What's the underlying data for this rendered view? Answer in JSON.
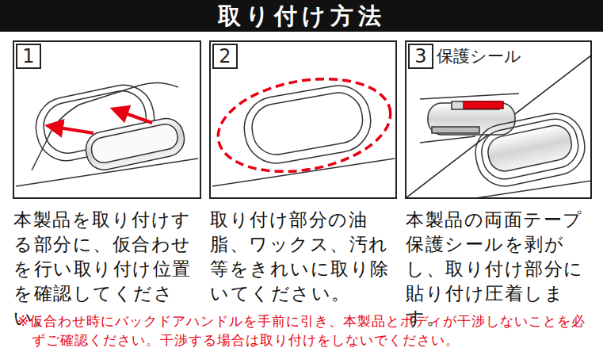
{
  "diagram": {
    "title": "取り付け方法",
    "nodes": [
      {
        "text": [
          "1"
        ]
      },
      {
        "text": [
          "2"
        ]
      },
      {
        "text": [
          "3",
          "保護シール"
        ]
      }
    ],
    "labels": [
      "本製品を取り付けする部分に、仮合わせを行い取り付け位置を確認してください。",
      "取り付け部分の油脂、ワックス、汚れ等をきれいに取り除いてください。",
      "本製品の両面テープ保護シールを剥がし、取り付け部分に貼り付け圧着します。",
      "※仮合わせ時にバックドアハンドルを手前に引き、本製品とボディが干渉しないことを必ずご確認ください。干渉する場合は取り付けをしないでください。"
    ]
  }
}
